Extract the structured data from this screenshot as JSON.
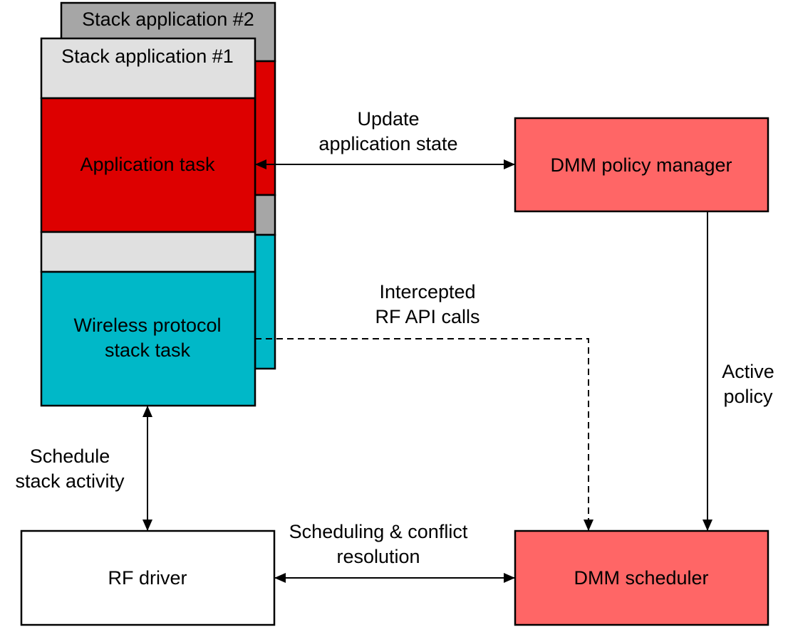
{
  "stack_app_2": {
    "title": "Stack application #2"
  },
  "stack_app_1": {
    "title": "Stack application #1",
    "application_task": "Application task",
    "protocol_task": [
      "Wireless protocol",
      "stack task"
    ]
  },
  "dmm_policy_manager": {
    "label": "DMM policy manager"
  },
  "dmm_scheduler": {
    "label": "DMM scheduler"
  },
  "rf_driver": {
    "label": "RF driver"
  },
  "connections": {
    "update_state": [
      "Update",
      "application state"
    ],
    "intercepted_calls": [
      "Intercepted",
      "RF API calls"
    ],
    "active_policy": [
      "Active",
      "policy"
    ],
    "schedule_activity": [
      "Schedule",
      "stack activity"
    ],
    "scheduling_conflict": [
      "Scheduling & conflict",
      "resolution"
    ]
  },
  "colors": {
    "red": "#dd0000",
    "cyan": "#00b8c8",
    "light_gray": "#e0e0e0",
    "dark_gray": "#a6a6a6",
    "pink": "#ff6666",
    "white": "#ffffff"
  }
}
